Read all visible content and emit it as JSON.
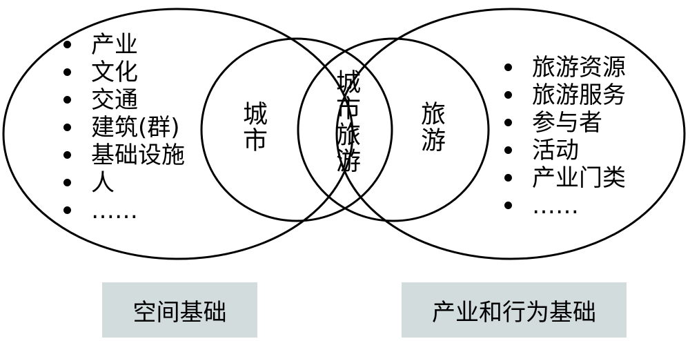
{
  "left_items": [
    "产业",
    "文化",
    "交通",
    "建筑(群)",
    "基础设施",
    "人",
    "……"
  ],
  "right_items": [
    "旅游资源",
    "旅游服务",
    "参与者",
    "活动",
    "产业门类",
    "……"
  ],
  "circle_labels": {
    "city": "城市",
    "tourism": "旅游",
    "city_tourism": "城市旅游"
  },
  "bases": {
    "left": "空间基础",
    "right": "产业和行为基础"
  },
  "colors": {
    "base_box": "#d3dcdd",
    "stroke": "#000000"
  }
}
